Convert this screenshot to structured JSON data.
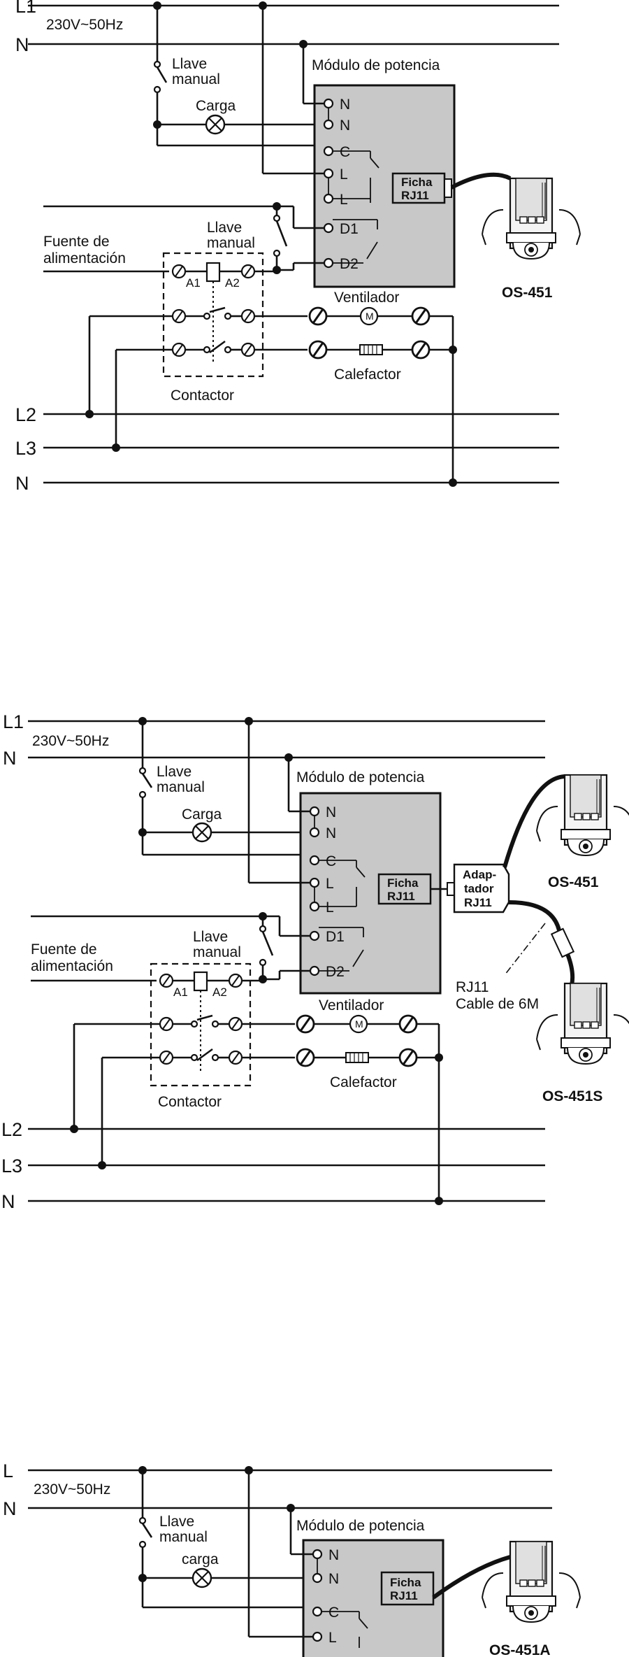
{
  "diagram1": {
    "line_L1": "L1",
    "line_N": "N",
    "voltage": "230V~50Hz",
    "manual_switch": [
      "Llave",
      "manual"
    ],
    "load": "Carga",
    "module_title": "Módulo de potencia",
    "terminals": [
      "N",
      "N",
      "C",
      "L",
      "L",
      "D1",
      "D2"
    ],
    "rj11_plug": [
      "Ficha",
      "RJ11"
    ],
    "power_source": [
      "Fuente de",
      "alimentación"
    ],
    "manual_switch_2": [
      "Llave",
      "manual"
    ],
    "coil_a1": "A1",
    "coil_a2": "A2",
    "fan": "Ventilador",
    "motor_symbol": "M",
    "heater": "Calefactor",
    "contactor": "Contactor",
    "sensor": "OS-451",
    "bottom_lines": [
      "L2",
      "L3",
      "N"
    ]
  },
  "diagram2": {
    "line_L1": "L1",
    "line_N": "N",
    "voltage": "230V~50Hz",
    "manual_switch": [
      "Llave",
      "manual"
    ],
    "load": "Carga",
    "module_title": "Módulo de potencia",
    "terminals": [
      "N",
      "N",
      "C",
      "L",
      "L",
      "D1",
      "D2"
    ],
    "rj11_plug": [
      "Ficha",
      "RJ11"
    ],
    "adapter": [
      "Adap-",
      "tador",
      "RJ11"
    ],
    "sensor_1": "OS-451",
    "sensor_2": "OS-451S",
    "cable": [
      "RJ11",
      "Cable de 6M"
    ],
    "power_source": [
      "Fuente de",
      "alimentación"
    ],
    "manual_switch_2": [
      "Llave",
      "manual"
    ],
    "coil_a1": "A1",
    "coil_a2": "A2",
    "fan": "Ventilador",
    "motor_symbol": "M",
    "heater": "Calefactor",
    "contactor": "Contactor",
    "bottom_lines": [
      "L2",
      "L3",
      "N"
    ]
  },
  "diagram3": {
    "line_L": "L",
    "line_N": "N",
    "voltage": "230V~50Hz",
    "manual_switch": [
      "Llave",
      "manual"
    ],
    "load": "carga",
    "module_title": "Módulo de potencia",
    "terminals": [
      "N",
      "N",
      "C",
      "L"
    ],
    "rj11_plug": [
      "Ficha",
      "RJ11"
    ],
    "sensor": "OS-451A"
  }
}
